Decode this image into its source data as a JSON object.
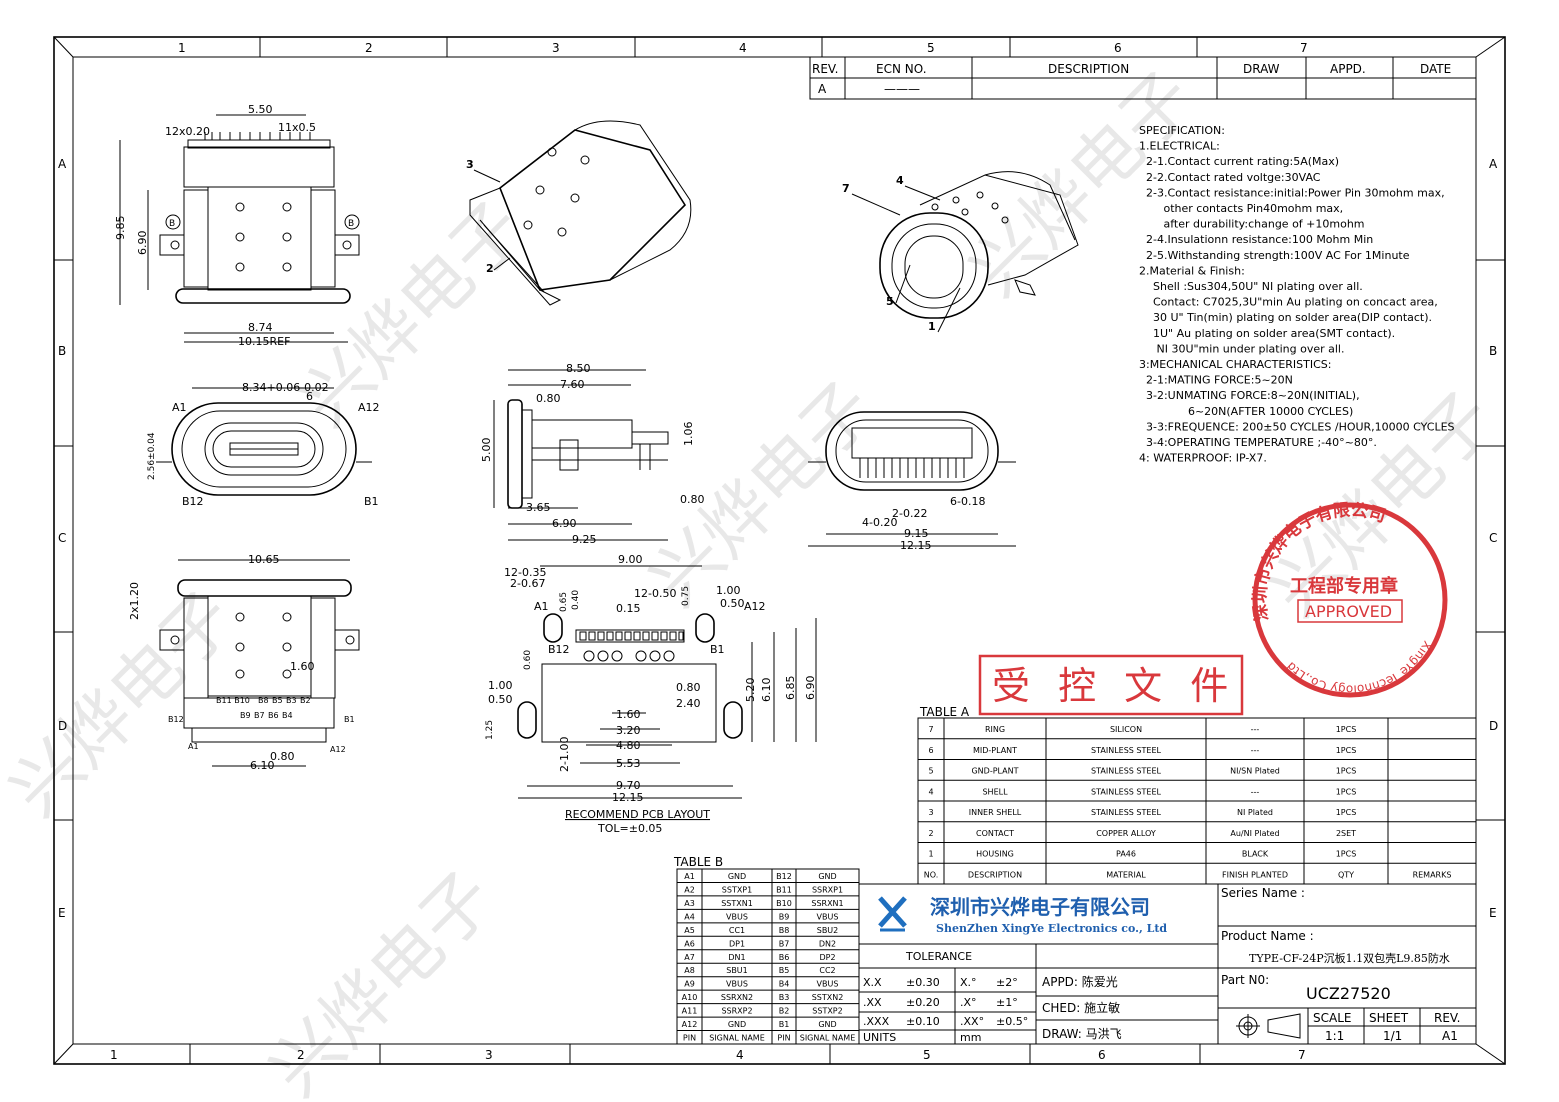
{
  "frame": {
    "cols_top": [
      "1",
      "2",
      "3",
      "4",
      "5",
      "6",
      "7"
    ],
    "cols_bottom": [
      "1",
      "2",
      "3",
      "4",
      "5",
      "6",
      "7"
    ],
    "rows": [
      "A",
      "B",
      "C",
      "D",
      "E"
    ]
  },
  "revision": {
    "headers": [
      "REV.",
      "ECN NO.",
      "DESCRIPTION",
      "DRAW",
      "APPD.",
      "DATE"
    ],
    "row": [
      "A",
      "———",
      "",
      "",
      "",
      ""
    ]
  },
  "specification": [
    "SPECIFICATION:",
    "1.ELECTRICAL:",
    "  2-1.Contact current rating:5A(Max)",
    "  2-2.Contact rated voltge:30VAC",
    "  2-3.Contact resistance:initial:Power Pin 30mohm max,",
    "       other contacts Pin40mohm max,",
    "       after durability:change of +10mohm",
    "  2-4.Insulationn resistance:100 Mohm Min",
    "  2-5.Withstanding strength:100V AC For 1Minute",
    "2.Material & Finish:",
    "    Shell :Sus304,50U\" NI plating over all.",
    "    Contact: C7025,3U\"min Au plating on concact area,",
    "    30 U\" Tin(min) plating on solder area(DIP contact).",
    "    1U\" Au plating on solder area(SMT contact).",
    "     NI 30U\"min under plating over all.",
    "3:MECHANICAL CHARACTERISTICS:",
    "  2-1:MATING FORCE:5~20N",
    "  3-2:UNMATING FORCE:8~20N(INITIAL),",
    "              6~20N(AFTER 10000 CYCLES)",
    "  3-3:FREQUENCE: 200±50 CYCLES /HOUR,10000 CYCLES",
    "  3-4:OPERATING TEMPERATURE ;-40°~80°.",
    "4: WATERPROOF: IP-X7."
  ],
  "stamp_controlled": "受 控 文 件",
  "seal": {
    "top": "深圳市兴烨电子有限公司",
    "middle": "工程部专用章",
    "approved": "APPROVED",
    "english": "XingYe Technology Co.,Ltd"
  },
  "table_a": {
    "title": "TABLE A",
    "headers": [
      "NO.",
      "DESCRIPTION",
      "MATERIAL",
      "FINISH PLANTED",
      "QTY",
      "REMARKS"
    ],
    "rows": [
      [
        "7",
        "RING",
        "SILICON",
        "---",
        "1PCS",
        ""
      ],
      [
        "6",
        "MID-PLANT",
        "STAINLESS STEEL",
        "---",
        "1PCS",
        ""
      ],
      [
        "5",
        "GND-PLANT",
        "STAINLESS STEEL",
        "NI/SN Plated",
        "1PCS",
        ""
      ],
      [
        "4",
        "SHELL",
        "STAINLESS STEEL",
        "---",
        "1PCS",
        ""
      ],
      [
        "3",
        "INNER SHELL",
        "STAINLESS STEEL",
        "NI Plated",
        "1PCS",
        ""
      ],
      [
        "2",
        "CONTACT",
        "COPPER ALLOY",
        "Au/NI Plated",
        "2SET",
        ""
      ],
      [
        "1",
        "HOUSING",
        "PA46",
        "BLACK",
        "1PCS",
        ""
      ]
    ]
  },
  "table_b": {
    "title": "TABLE B",
    "headers": [
      "PIN",
      "SIGNAL NAME",
      "PIN",
      "SIGNAL NAME"
    ],
    "rows": [
      [
        "A1",
        "GND",
        "B12",
        "GND"
      ],
      [
        "A2",
        "SSTXP1",
        "B11",
        "SSRXP1"
      ],
      [
        "A3",
        "SSTXN1",
        "B10",
        "SSRXN1"
      ],
      [
        "A4",
        "VBUS",
        "B9",
        "VBUS"
      ],
      [
        "A5",
        "CC1",
        "B8",
        "SBU2"
      ],
      [
        "A6",
        "DP1",
        "B7",
        "DN2"
      ],
      [
        "A7",
        "DN1",
        "B6",
        "DP2"
      ],
      [
        "A8",
        "SBU1",
        "B5",
        "CC2"
      ],
      [
        "A9",
        "VBUS",
        "B4",
        "VBUS"
      ],
      [
        "A10",
        "SSRXN2",
        "B3",
        "SSTXN2"
      ],
      [
        "A11",
        "SSRXP2",
        "B2",
        "SSTXP2"
      ],
      [
        "A12",
        "GND",
        "B1",
        "GND"
      ]
    ]
  },
  "company": {
    "name_cn": "深圳市兴烨电子有限公司",
    "name_en": "ShenZhen XingYe Electronics co., Ltd"
  },
  "tolerance": {
    "title": "TOLERANCE",
    "rows": [
      [
        "X.X",
        "±0.30",
        "X.°",
        "±2°"
      ],
      [
        ".XX",
        "±0.20",
        ".X°",
        "±1°"
      ],
      [
        ".XXX",
        "±0.10",
        ".XX°",
        "±0.5°"
      ]
    ],
    "units_label": "UNITS",
    "units_value": "mm"
  },
  "people": {
    "appd": "APPD: 陈爱光",
    "ched": "CHED: 施立敏",
    "draw": "DRAW: 马洪飞"
  },
  "series_name_label": "Series Name :",
  "product_name_label": "Product Name :",
  "product_name": "TYPE-CF-24P沉板1.1双包壳L9.85防水",
  "part_no_label": "Part N0:",
  "part_no": "UCZ27520",
  "scale": {
    "labels": [
      "SCALE",
      "SHEET",
      "REV."
    ],
    "values": [
      "1:1",
      "1/1",
      "A1"
    ]
  },
  "dims": {
    "top_view": [
      "5.50",
      "12x0.20",
      "11x0.5",
      "9.85",
      "6.90",
      "8.74",
      "10.15REF",
      "B",
      "B"
    ],
    "front_view": [
      "8.34+0.06-0.02",
      "A1",
      "A12",
      "2.56±0.04",
      "B12",
      "B1",
      "6"
    ],
    "side_view": [
      "8.50",
      "7.60",
      "0.80",
      "5.00",
      "1.06",
      "3.65",
      "6.90",
      "0.80",
      "9.25"
    ],
    "pcb": [
      "9.00",
      "12-0.35",
      "2-0.67",
      "0.65",
      "0.40",
      "12-0.50",
      "0.75",
      "1.00",
      "0.50",
      "A1",
      "A12",
      "0.15",
      "0.60",
      "B12",
      "B1",
      "1.00",
      "0.50",
      "1.25",
      "0.80",
      "2.40",
      "1.60",
      "3.20",
      "4.80",
      "5.53",
      "9.70",
      "12.15",
      "5.20",
      "6.10",
      "6.85",
      "6.90",
      "2-1.00"
    ],
    "pcb_title": "RECOMMEND PCB LAYOUT",
    "pcb_tol": "TOL=±0.05",
    "bottom_view": [
      "10.65",
      "2x1.20",
      "1.60",
      "B11 B10",
      "B8",
      "B5",
      "B3",
      "B2",
      "B9",
      "B7",
      "B6",
      "B4",
      "B12",
      "B1",
      "A1",
      "A12",
      "0.80",
      "6.10"
    ],
    "end_view": [
      "6-0.18",
      "2-0.22",
      "4-0.20",
      "9.15",
      "12.15"
    ],
    "callouts": [
      "3",
      "2",
      "7",
      "4",
      "5",
      "1"
    ]
  }
}
